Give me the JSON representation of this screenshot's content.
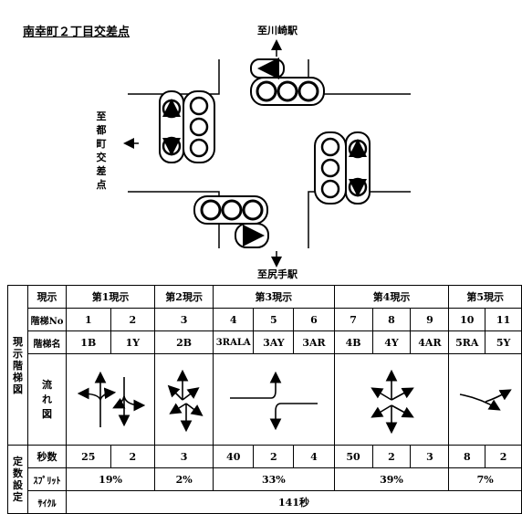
{
  "diagram": {
    "title": "南幸町２丁目交差点",
    "dest_north": "至川崎駅",
    "dest_south": "至尻手駅",
    "dest_west": "至都町交差点"
  },
  "table": {
    "side_labels": {
      "display_ladder": "現示階梯図",
      "constant_setting": "定数設定"
    },
    "row_labels": {
      "phase": "現示",
      "step_no": "階梯No",
      "step_name": "階梯名",
      "flow": "流れ図",
      "seconds": "秒数",
      "split": "ｽﾌﾟﾘｯﾄ",
      "cycle": "ｻｲｸﾙ"
    },
    "phases": [
      "第1現示",
      "第2現示",
      "第3現示",
      "第4現示",
      "第5現示"
    ],
    "step_numbers": [
      "1",
      "2",
      "3",
      "4",
      "5",
      "6",
      "7",
      "8",
      "9",
      "10",
      "11"
    ],
    "step_names": [
      "1B",
      "1Y",
      "2B",
      "3RALA",
      "3AY",
      "3AR",
      "4B",
      "4Y",
      "4AR",
      "5RA",
      "5Y"
    ],
    "seconds": [
      "25",
      "2",
      "3",
      "40",
      "2",
      "4",
      "50",
      "2",
      "3",
      "8",
      "2"
    ],
    "splits": [
      "19%",
      "2%",
      "33%",
      "39%",
      "7%"
    ],
    "cycle": "141秒"
  }
}
